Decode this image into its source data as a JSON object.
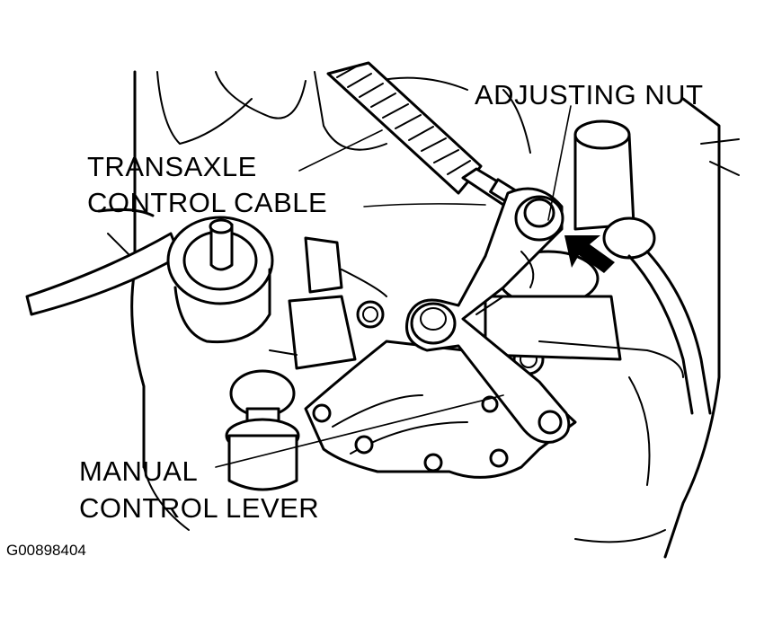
{
  "labels": {
    "adjusting_nut": "ADJUSTING NUT",
    "transaxle_line1": "TRANSAXLE",
    "transaxle_line2": "CONTROL CABLE",
    "manual_line1": "MANUAL",
    "manual_line2": "CONTROL LEVER"
  },
  "figure_code": "G00898404"
}
